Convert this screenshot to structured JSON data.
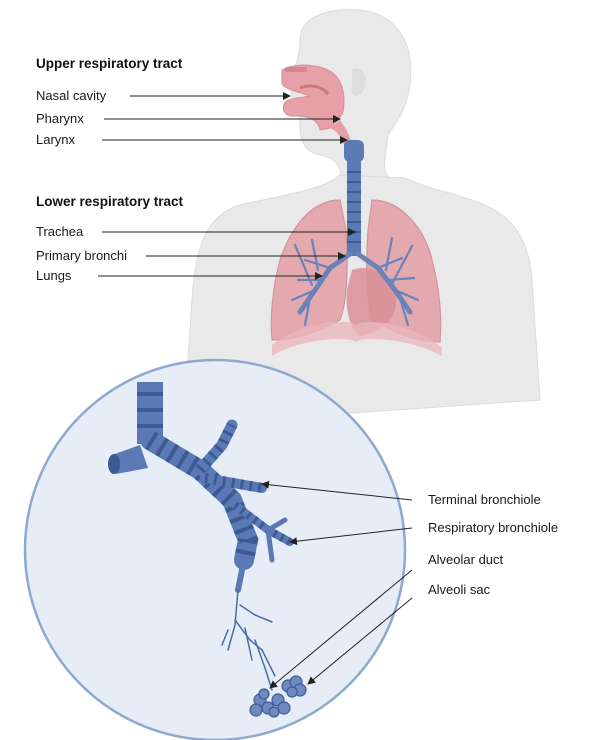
{
  "headings": {
    "upper": "Upper respiratory tract",
    "lower": "Lower respiratory tract"
  },
  "upper_labels": {
    "nasal_cavity": "Nasal cavity",
    "pharynx": "Pharynx",
    "larynx": "Larynx"
  },
  "lower_labels": {
    "trachea": "Trachea",
    "primary_bronchi": "Primary bronchi",
    "lungs": "Lungs"
  },
  "inset_labels": {
    "terminal_bronchiole": "Terminal bronchiole",
    "respiratory_bronchiole": "Respiratory bronchiole",
    "alveolar_duct": "Alveolar duct",
    "alveoli_sac": "Alveoli sac"
  },
  "colors": {
    "body_silhouette": "#e9e9ea",
    "lung_fill": "#e3a3a9",
    "airway_blue": "#5b79b5",
    "airway_dark": "#3d5a95",
    "inset_fill": "#e6edf7",
    "inset_border": "#8fa8cf"
  }
}
